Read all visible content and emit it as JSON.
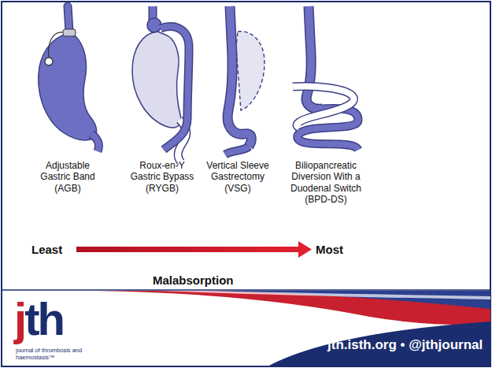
{
  "diagram": {
    "labels": [
      "Adjustable Gastric Band (AGB)",
      "Roux-en-Y Gastric Bypass (RYGB)",
      "Vertical Sleeve Gastrectomy (VSG)",
      "Biliopancreatic Diversion With a Duodenal Switch (BPD-DS)",
      "Least",
      "Most",
      "Malabsorption",
      "jth",
      "journal of thrombosis and haemostasis™",
      "jth.isth.org • @jthjournal"
    ]
  }
}
